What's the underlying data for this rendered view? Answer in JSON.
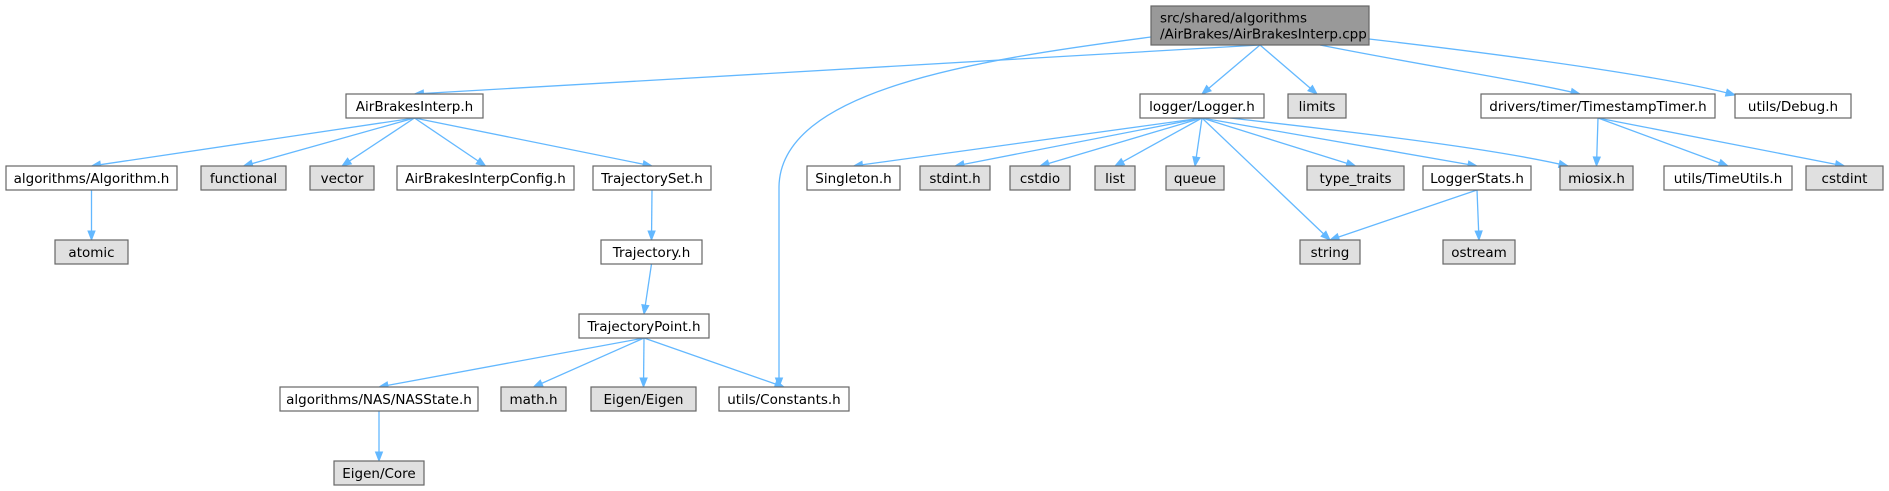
{
  "diagram": {
    "nodes": [
      {
        "id": "root",
        "lines": [
          "src/shared/algorithms",
          "/AirBrakes/AirBrakesInterp.cpp"
        ],
        "style": "root"
      },
      {
        "id": "n_abi",
        "lines": [
          "AirBrakesInterp.h"
        ],
        "style": "local"
      },
      {
        "id": "n_alg",
        "lines": [
          "algorithms/Algorithm.h"
        ],
        "style": "local"
      },
      {
        "id": "n_atomic",
        "lines": [
          "atomic"
        ],
        "style": "system"
      },
      {
        "id": "n_functional",
        "lines": [
          "functional"
        ],
        "style": "system"
      },
      {
        "id": "n_vector",
        "lines": [
          "vector"
        ],
        "style": "system"
      },
      {
        "id": "n_abic",
        "lines": [
          "AirBrakesInterpConfig.h"
        ],
        "style": "local"
      },
      {
        "id": "n_tset",
        "lines": [
          "TrajectorySet.h"
        ],
        "style": "local"
      },
      {
        "id": "n_traj",
        "lines": [
          "Trajectory.h"
        ],
        "style": "local"
      },
      {
        "id": "n_tpoint",
        "lines": [
          "TrajectoryPoint.h"
        ],
        "style": "local"
      },
      {
        "id": "n_nas",
        "lines": [
          "algorithms/NAS/NASState.h"
        ],
        "style": "local"
      },
      {
        "id": "n_eigencore",
        "lines": [
          "Eigen/Core"
        ],
        "style": "system"
      },
      {
        "id": "n_math",
        "lines": [
          "math.h"
        ],
        "style": "system"
      },
      {
        "id": "n_eigen",
        "lines": [
          "Eigen/Eigen"
        ],
        "style": "system"
      },
      {
        "id": "n_const",
        "lines": [
          "utils/Constants.h"
        ],
        "style": "local"
      },
      {
        "id": "n_logger",
        "lines": [
          "logger/Logger.h"
        ],
        "style": "local"
      },
      {
        "id": "n_limits",
        "lines": [
          "limits"
        ],
        "style": "system"
      },
      {
        "id": "n_singleton",
        "lines": [
          "Singleton.h"
        ],
        "style": "local"
      },
      {
        "id": "n_stdint",
        "lines": [
          "stdint.h"
        ],
        "style": "system"
      },
      {
        "id": "n_cstdio",
        "lines": [
          "cstdio"
        ],
        "style": "system"
      },
      {
        "id": "n_list",
        "lines": [
          "list"
        ],
        "style": "system"
      },
      {
        "id": "n_queue",
        "lines": [
          "queue"
        ],
        "style": "system"
      },
      {
        "id": "n_string",
        "lines": [
          "string"
        ],
        "style": "system"
      },
      {
        "id": "n_typetraits",
        "lines": [
          "type_traits"
        ],
        "style": "system"
      },
      {
        "id": "n_lstats",
        "lines": [
          "LoggerStats.h"
        ],
        "style": "local"
      },
      {
        "id": "n_ostream",
        "lines": [
          "ostream"
        ],
        "style": "system"
      },
      {
        "id": "n_miosix",
        "lines": [
          "miosix.h"
        ],
        "style": "system"
      },
      {
        "id": "n_timer",
        "lines": [
          "drivers/timer/TimestampTimer.h"
        ],
        "style": "local"
      },
      {
        "id": "n_timeutils",
        "lines": [
          "utils/TimeUtils.h"
        ],
        "style": "local"
      },
      {
        "id": "n_cstdint",
        "lines": [
          "cstdint"
        ],
        "style": "system"
      },
      {
        "id": "n_debug",
        "lines": [
          "utils/Debug.h"
        ],
        "style": "local"
      }
    ],
    "edges": [
      [
        "root",
        "n_abi"
      ],
      [
        "root",
        "n_const"
      ],
      [
        "root",
        "n_logger"
      ],
      [
        "root",
        "n_limits"
      ],
      [
        "root",
        "n_timer"
      ],
      [
        "root",
        "n_debug"
      ],
      [
        "n_abi",
        "n_alg"
      ],
      [
        "n_abi",
        "n_functional"
      ],
      [
        "n_abi",
        "n_vector"
      ],
      [
        "n_abi",
        "n_abic"
      ],
      [
        "n_abi",
        "n_tset"
      ],
      [
        "n_alg",
        "n_atomic"
      ],
      [
        "n_tset",
        "n_traj"
      ],
      [
        "n_traj",
        "n_tpoint"
      ],
      [
        "n_tpoint",
        "n_nas"
      ],
      [
        "n_tpoint",
        "n_math"
      ],
      [
        "n_tpoint",
        "n_eigen"
      ],
      [
        "n_tpoint",
        "n_const"
      ],
      [
        "n_nas",
        "n_eigencore"
      ],
      [
        "n_logger",
        "n_singleton"
      ],
      [
        "n_logger",
        "n_stdint"
      ],
      [
        "n_logger",
        "n_cstdio"
      ],
      [
        "n_logger",
        "n_list"
      ],
      [
        "n_logger",
        "n_queue"
      ],
      [
        "n_logger",
        "n_string"
      ],
      [
        "n_logger",
        "n_typetraits"
      ],
      [
        "n_logger",
        "n_lstats"
      ],
      [
        "n_logger",
        "n_miosix"
      ],
      [
        "n_lstats",
        "n_string"
      ],
      [
        "n_lstats",
        "n_ostream"
      ],
      [
        "n_timer",
        "n_miosix"
      ],
      [
        "n_timer",
        "n_timeutils"
      ],
      [
        "n_timer",
        "n_cstdint"
      ]
    ],
    "colors": {
      "root_fill": "#999999",
      "local_fill": "#ffffff",
      "system_fill": "#e0e0e0",
      "border": "#666666",
      "edge": "#63b8ff"
    }
  }
}
